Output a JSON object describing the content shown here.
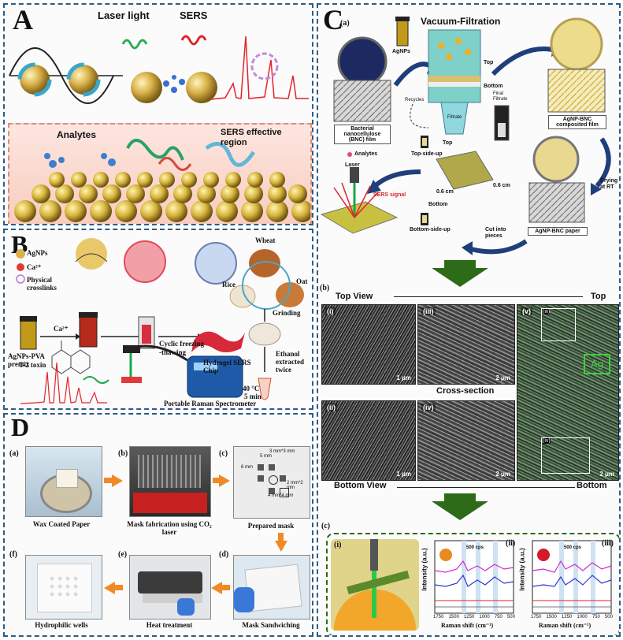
{
  "panels": {
    "A": {
      "letter": "A",
      "laser_label": "Laser light",
      "sers_label": "SERS",
      "analytes_label": "Analytes",
      "effective_label": "SERS effective region"
    },
    "B": {
      "letter": "B",
      "legend_agnps": "AgNPs",
      "legend_ca": "Ca²⁺",
      "legend_crosslinks": "Physical crosslinks",
      "ca_arrow": "Ca²⁺",
      "premix": "AgNPs-PVA premix",
      "cyclic": "Cyclic freezing -thawing",
      "chip": "Hydrogel SERS Chip",
      "wheat": "Wheat",
      "rice": "Rice",
      "oat": "Oat",
      "grinding": "Grinding",
      "ethanol": "Ethanol extracted twice",
      "toxin": "T-2 toxin",
      "temp": "40 °C",
      "time": "5 min",
      "spectrometer": "Portable Raman Spectrometer"
    },
    "C": {
      "letter": "C",
      "sub_a": "(a)",
      "vacuum": "Vacuum-Filtration",
      "agnps": "AgNPs",
      "top": "Top",
      "bottom": "Bottom",
      "recycles": "Recycles",
      "filtrate": "Filtrate",
      "final_filtrate": "Final Filtrate",
      "bnc_film": "Bacterial nanocellulose (BNC) film",
      "composite": "AgNP-BNC composited film",
      "drying": "Drying at RT",
      "cut": "Cut into pieces",
      "paper": "AgNP-BNC paper",
      "top_side": "Top-side-up",
      "bottom_side": "Bottom-side-up",
      "size1": "0.6 cm",
      "size2": "0.6 cm",
      "analytes": "Analytes",
      "laser": "Laser",
      "signal": "SERS signal",
      "sub_b": "(b)",
      "top_view": "Top View",
      "top_right": "Top",
      "cross_section": "Cross-section",
      "bottom_view": "Bottom View",
      "bottom_right": "Bottom",
      "sem": [
        {
          "label": "(i)",
          "scale": "1 μm"
        },
        {
          "label": "(ii)",
          "scale": "1 μm"
        },
        {
          "label": "(iii)",
          "scale": "2 μm"
        },
        {
          "label": "(iv)",
          "scale": "2 μm"
        },
        {
          "label": "(v)",
          "scale": "2 μm"
        }
      ],
      "ag_label": "Ag",
      "inset_iii": "(iii)",
      "inset_iv": "(iv)",
      "sub_c": "(c)",
      "spec_i": "(i)",
      "spec_ii": "(ii)",
      "spec_iii": "(iii)",
      "y_axis": "Intensity (a.u.)",
      "x_axis": "Raman shift (cm⁻¹)",
      "ticks": [
        "1750",
        "1500",
        "1250",
        "1000",
        "750",
        "500"
      ],
      "scale_bar": "500 cps"
    },
    "D": {
      "letter": "D",
      "steps": [
        {
          "tag": "(a)",
          "caption": "Wax Coated Paper"
        },
        {
          "tag": "(b)",
          "caption": "Mask fabrication using CO₂ laser"
        },
        {
          "tag": "(c)",
          "caption": "Prepared mask"
        },
        {
          "tag": "(d)",
          "caption": "Mask Sandwiching"
        },
        {
          "tag": "(e)",
          "caption": "Heat treatment"
        },
        {
          "tag": "(f)",
          "caption": "Hydrophilic wells"
        }
      ],
      "mask_labels": [
        "3 mm*3 mm",
        "5 mm",
        "6 mm",
        "2 mm*2 mm",
        "4 mm*4 mm"
      ]
    }
  },
  "colors": {
    "dashed_border": "#2d5c86",
    "arrow_orange": "#f08a24",
    "arrow_green": "#2e6b18",
    "spectrum_red": "#e2232b",
    "gold": "#d9b24a"
  }
}
